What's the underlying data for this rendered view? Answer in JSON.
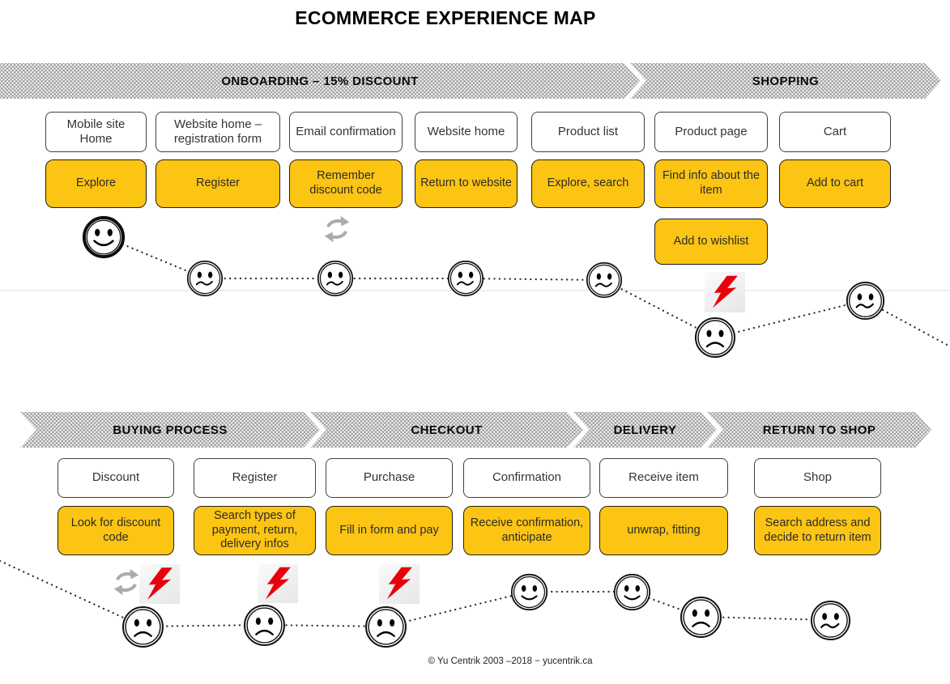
{
  "title": "ECOMMERCE EXPERIENCE MAP",
  "footer": "© Yu Centrik 2003 –2018 − yucentrik.ca",
  "colors": {
    "action_yellow": "#FDC513",
    "band_gray_halftone": "#9A9A9A",
    "lightning_red": "#E8000B",
    "refresh_gray": "#ABABAB",
    "box_border": "#404040"
  },
  "top_journey": {
    "phases": [
      {
        "label": "ONBOARDING – 15% DISCOUNT"
      },
      {
        "label": "SHOPPING"
      }
    ],
    "stages": [
      {
        "touchpoint": "Mobile site Home",
        "action": "Explore",
        "emotion": "happy"
      },
      {
        "touchpoint": "Website home – registration form",
        "action": "Register",
        "emotion": "confused"
      },
      {
        "touchpoint": "Email confirmation",
        "action": "Remember discount code",
        "emotion": "confused",
        "icon": "refresh"
      },
      {
        "touchpoint": "Website home",
        "action": "Return to website",
        "emotion": "confused"
      },
      {
        "touchpoint": "Product list",
        "action": "Explore, search",
        "emotion": "confused"
      },
      {
        "touchpoint": "Product page",
        "action": "Find info about the item",
        "action2": "Add to wishlist",
        "emotion": "sad",
        "icon": "lightning"
      },
      {
        "touchpoint": "Cart",
        "action": "Add to cart",
        "emotion": "confused"
      }
    ]
  },
  "bottom_journey": {
    "phases": [
      {
        "label": "BUYING PROCESS"
      },
      {
        "label": "CHECKOUT"
      },
      {
        "label": "DELIVERY"
      },
      {
        "label": "RETURN TO SHOP"
      }
    ],
    "stages": [
      {
        "touchpoint": "Discount",
        "action": "Look for discount code",
        "emotion": "sad",
        "icons": [
          "refresh",
          "lightning"
        ]
      },
      {
        "touchpoint": "Register",
        "action": "Search types of payment, return, delivery infos",
        "emotion": "sad",
        "icons": [
          "lightning"
        ]
      },
      {
        "touchpoint": "Purchase",
        "action": "Fill in form and pay",
        "emotion": "sad",
        "icons": [
          "lightning"
        ]
      },
      {
        "touchpoint": "Confirmation",
        "action": "Receive confirmation, anticipate",
        "emotion": "happy"
      },
      {
        "touchpoint": "Receive item",
        "action": "unwrap, fitting",
        "emotion": "happy",
        "emotion_end": "sad"
      },
      {
        "touchpoint": "Shop",
        "action": "Search address and decide to return item",
        "emotion": "confused"
      }
    ]
  }
}
